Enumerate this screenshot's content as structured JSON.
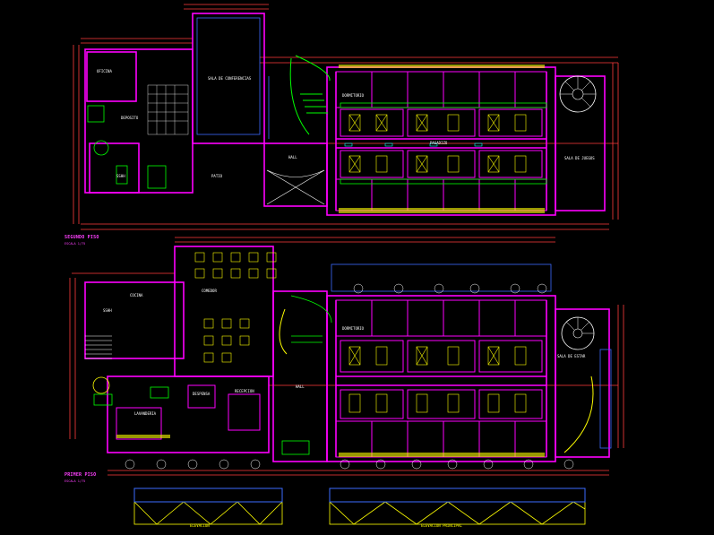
{
  "drawing": {
    "background": "#000000",
    "colors": {
      "walls": "#ff00ff",
      "dimensions": "#ff3b3b",
      "green_lines": "#00ff00",
      "furniture": "#ffff00",
      "aux": "#ffffff",
      "blue_lines": "#3b6bff",
      "cyan": "#00ffff",
      "magenta_text": "#ff40ff"
    },
    "upper_plan": {
      "title": "SEGUNDO PISO",
      "scale": "ESCALA 1/75",
      "labels": {
        "sala": "SALA DE CONFERENCIAS",
        "hall": "HALL",
        "pasadizo": "PASADIZO",
        "sala_de_juegos": "SALA DE JUEGOS",
        "oficina": "OFICINA",
        "deposito": "DEPOSITO",
        "sshh": "SSHH",
        "patio": "PATIO",
        "dormitorio": "DORMITORIO"
      }
    },
    "lower_plan": {
      "title": "PRIMER PISO",
      "scale": "ESCALA 1/75",
      "labels": {
        "comedor": "COMEDOR",
        "cocina": "COCINA",
        "hall": "HALL",
        "recepcion": "RECEPCION",
        "lavanderia": "LAVANDERIA",
        "sala_de_estar": "SALA DE ESTAR",
        "dormitorio": "DORMITORIO",
        "despensa": "DESPENSA",
        "sshh": "SSHH"
      }
    },
    "elevations": {
      "left": "ELEVACION",
      "right": "ELEVACION PRINCIPAL"
    }
  }
}
